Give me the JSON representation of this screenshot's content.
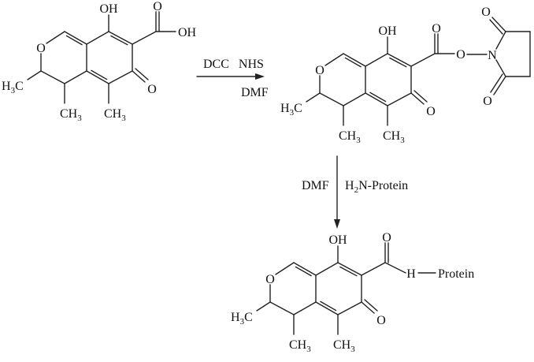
{
  "reagents_step1": {
    "top": "DCC   NHS",
    "bottom": "DMF"
  },
  "reagents_step2": {
    "left": "DMF",
    "right_prefix": "H",
    "right_sub": "2",
    "right_suffix": "N-Protein"
  },
  "labels": {
    "hydroxyl": "OH",
    "ring_oxygen": "O",
    "ketone_oxygen": "O",
    "methyl": {
      "main": "CH",
      "sub": "3"
    },
    "methyl_left": {
      "h": "H",
      "sub": "3",
      "c": "C"
    },
    "carbonyl_oxygen": "O",
    "acid_hydroxyl": "OH",
    "ester_oxygen": "O",
    "imide_nitrogen": "N",
    "imide_oxygen": "O",
    "amide_nitrogen": "H",
    "protein": "Protein"
  },
  "molecules": [
    {
      "name": "starting-acid",
      "group": "carboxylic-acid"
    },
    {
      "name": "nhs-ester",
      "group": "nhs-ester"
    },
    {
      "name": "protein-conjugate",
      "group": "amide"
    }
  ]
}
